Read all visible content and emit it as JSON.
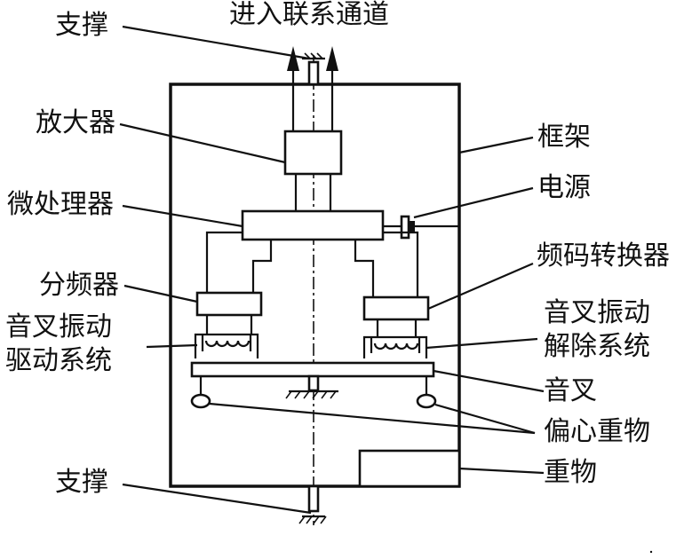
{
  "labels": {
    "top_channel": "进入联系通道",
    "support_top": "支撑",
    "amplifier": "放大器",
    "microprocessor": "微处理器",
    "divider": "分频器",
    "fork_drive_1": "音叉振动",
    "fork_drive_2": "驱动系统",
    "support_bottom": "支撑",
    "frame": "框架",
    "power": "电源",
    "converter": "频码转换器",
    "fork_release_1": "音叉振动",
    "fork_release_2": "解除系统",
    "tuning_fork": "音叉",
    "eccentric_weight": "偏心重物",
    "weight": "重物"
  }
}
